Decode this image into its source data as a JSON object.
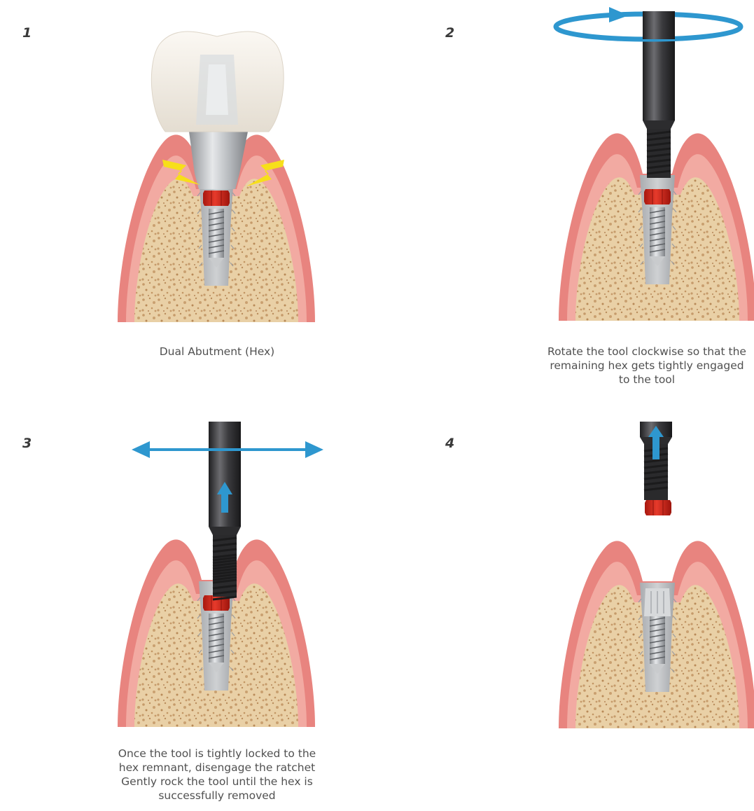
{
  "steps": [
    {
      "number": "1",
      "caption_lines": [
        "Dual Abutment (Hex)"
      ]
    },
    {
      "number": "2",
      "caption_lines": [
        "Rotate the tool clockwise so that the",
        "remaining hex gets tightly engaged",
        "to the tool"
      ]
    },
    {
      "number": "3",
      "caption_lines": [
        "Once the tool is tightly locked to the",
        "hex remnant, disengage the ratchet",
        "Gently rock the tool until the hex is",
        "successfully removed"
      ]
    },
    {
      "number": "4",
      "caption_lines": []
    }
  ],
  "colors": {
    "gum": "#e8847f",
    "gum_light": "#f5b5ad",
    "bone": "#e8cfa5",
    "implant": "#b9bcbf",
    "hex_red": "#d52a1e",
    "tool": "#3a3a3c",
    "arrow_blue": "#2e97cf",
    "lightning": "#f7df1a",
    "crown": "#f1ece4"
  }
}
